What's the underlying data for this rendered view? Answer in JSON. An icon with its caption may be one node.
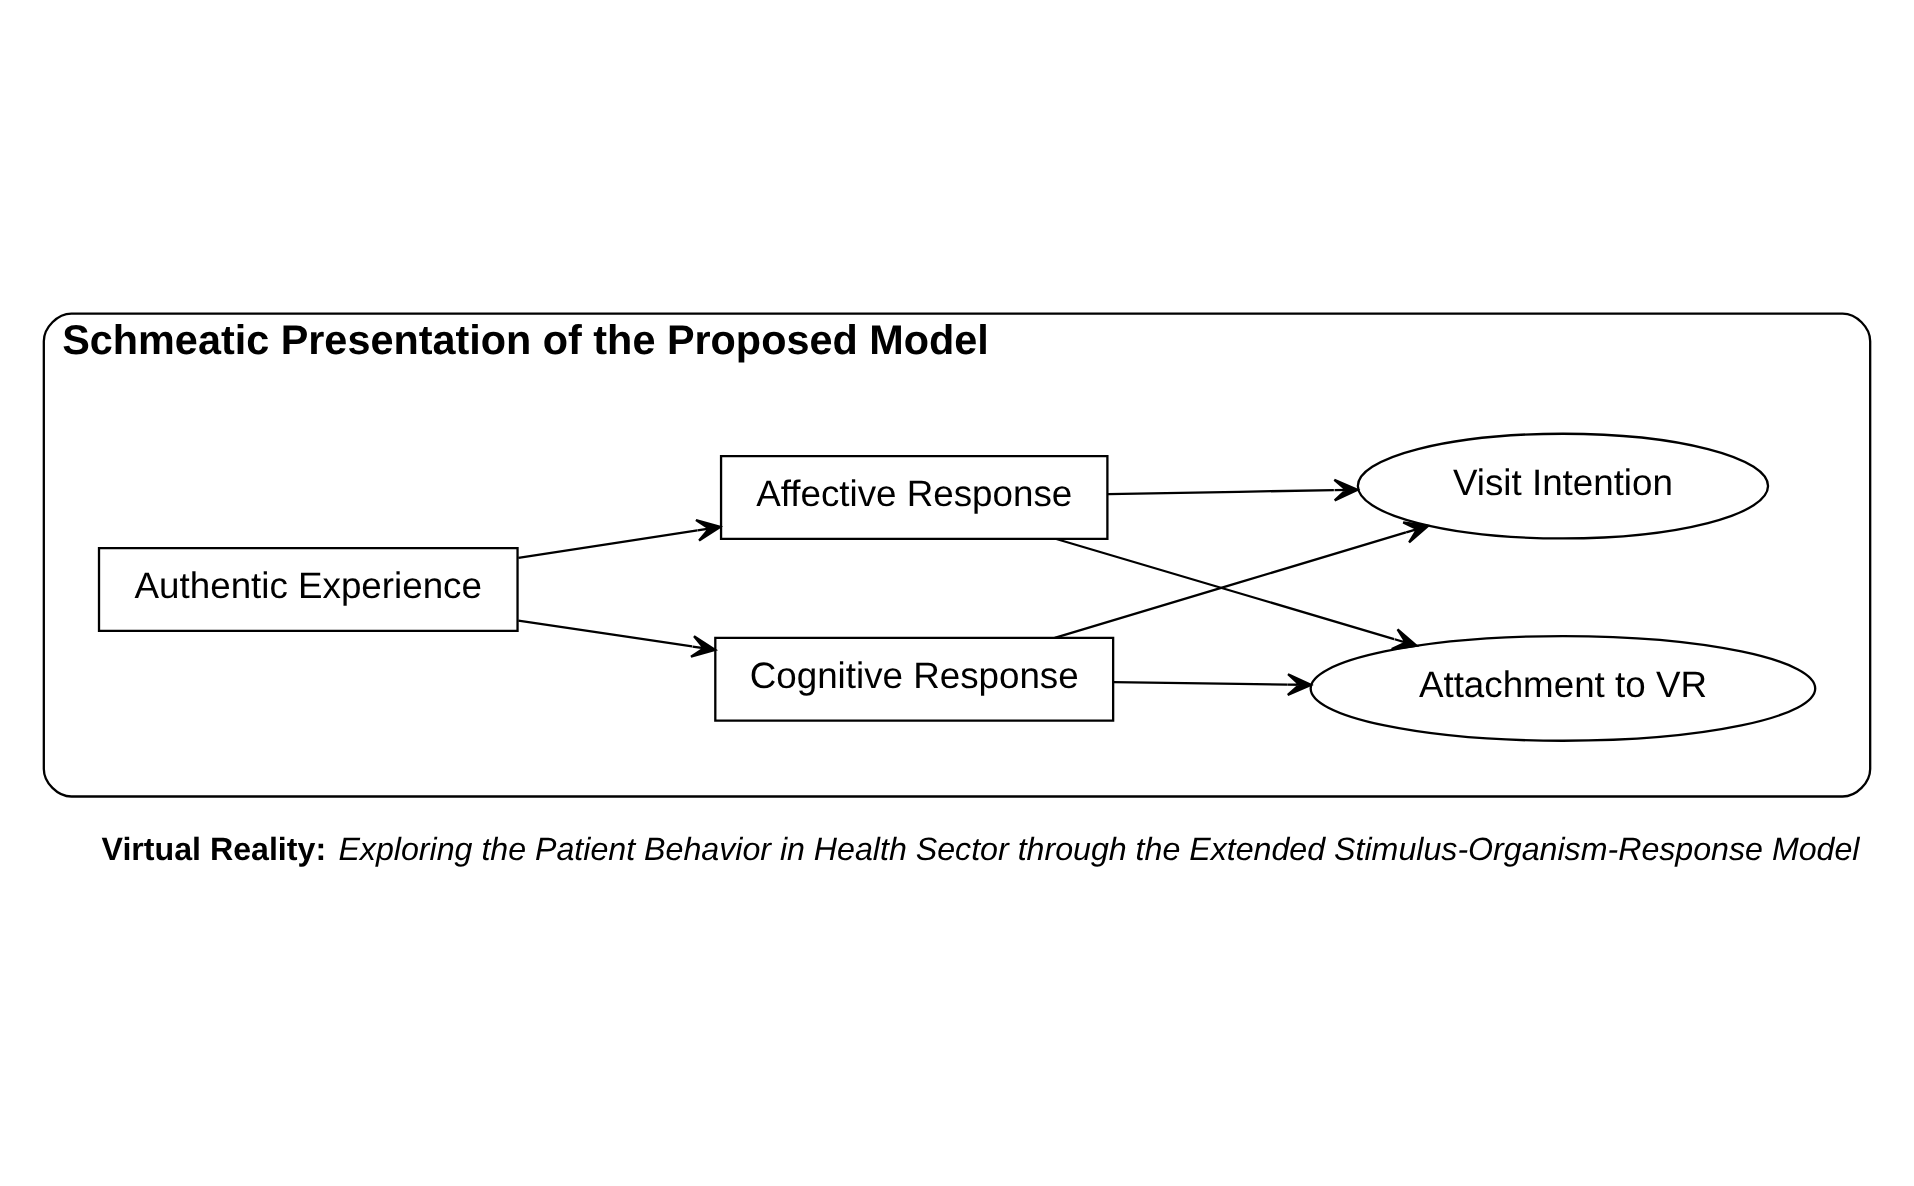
{
  "diagram": {
    "caption": "**Virtual Reality:** *Exploring the Patient Behavior in Health Sector through the Extended Stimulus-Organism-Response Model*",
    "nodes": [
      {
        "text": [
          "Schmeatic Presentation of the Proposed Model"
        ]
      },
      {
        "text": [
          "Authentic Experience"
        ],
        "in": 0
      },
      {
        "text": [
          "Cognitive Response"
        ],
        "in": 0
      },
      {
        "text": [
          "Affective Response"
        ],
        "in": 0
      },
      {
        "text": [
          "Attachment to VR"
        ],
        "in": 0
      },
      {
        "text": [
          "Visit Intention"
        ],
        "in": 0
      }
    ],
    "edges": [
      {
        "from": 1,
        "to": 2,
        "arrow": "to"
      },
      {
        "from": 1,
        "to": 3,
        "arrow": "to"
      },
      {
        "from": 2,
        "to": 4,
        "arrow": "to"
      },
      {
        "from": 2,
        "to": 5,
        "arrow": "to"
      },
      {
        "from": 3,
        "to": 4,
        "arrow": "to"
      },
      {
        "from": 3,
        "to": 5,
        "arrow": "to"
      }
    ]
  }
}
